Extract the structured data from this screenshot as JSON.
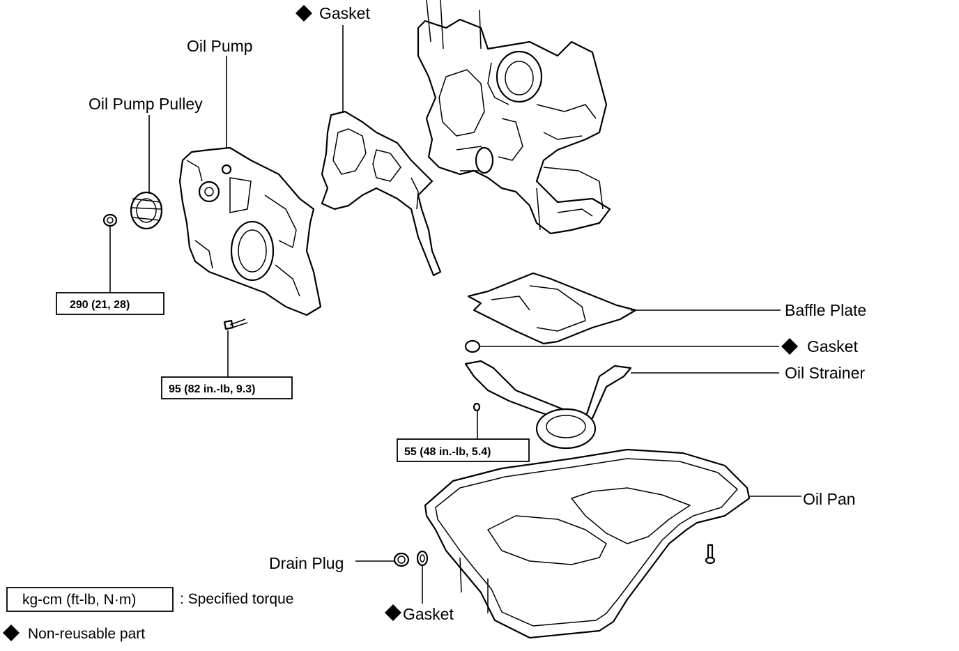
{
  "labels": {
    "gasket_top": "Gasket",
    "oil_pump": "Oil Pump",
    "oil_pump_pulley": "Oil Pump Pulley",
    "baffle_plate": "Baffle Plate",
    "gasket_strainer": "Gasket",
    "oil_strainer": "Oil Strainer",
    "oil_pan": "Oil Pan",
    "drain_plug": "Drain Plug",
    "gasket_drain": "Gasket"
  },
  "torques": {
    "pulley_nut": "290 (21, 28)",
    "pump_bolt": "95 (82 in.-lb, 9.3)",
    "strainer_bolt": "55 (48 in.-lb, 5.4)"
  },
  "legend": {
    "torque_units": "kg-cm (ft-lb, N·m)",
    "torque_desc": ": Specified torque",
    "nonreusable": "Non-reusable part"
  },
  "icons": {
    "nonreusable_marker": "black-diamond-icon"
  },
  "colors": {
    "ink": "#000000",
    "paper": "#ffffff"
  }
}
